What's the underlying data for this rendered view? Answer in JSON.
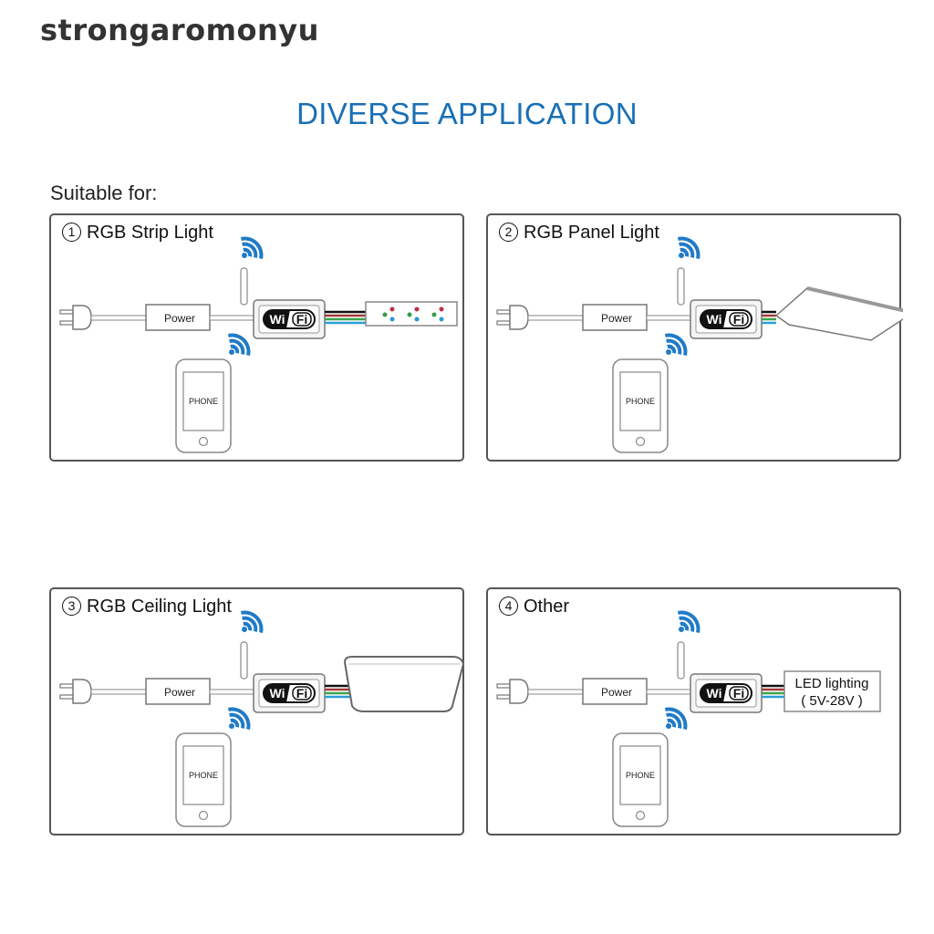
{
  "watermark": "strongaromonyu",
  "title": "DIVERSE APPLICATION",
  "suitable_label": "Suitable for:",
  "colors": {
    "title_blue": "#1a6fb5",
    "wifi_wave_blue": "#1f7bc8",
    "wire_black": "#111111",
    "wire_red": "#a33a3a",
    "wire_green": "#3aa34a",
    "wire_blue": "#2aa0d8"
  },
  "panels": [
    {
      "number": "1",
      "title": "RGB Strip Light",
      "power_label": "Power",
      "controller_label_left": "Wi",
      "controller_label_right": "Fi",
      "phone_label": "PHONE",
      "device": "strip-light"
    },
    {
      "number": "2",
      "title": "RGB Panel Light",
      "power_label": "Power",
      "controller_label_left": "Wi",
      "controller_label_right": "Fi",
      "phone_label": "PHONE",
      "device": "panel-light"
    },
    {
      "number": "3",
      "title": "RGB Ceiling Light",
      "power_label": "Power",
      "controller_label_left": "Wi",
      "controller_label_right": "Fi",
      "phone_label": "PHONE",
      "device": "ceiling-light"
    },
    {
      "number": "4",
      "title": "Other",
      "power_label": "Power",
      "controller_label_left": "Wi",
      "controller_label_right": "Fi",
      "phone_label": "PHONE",
      "device": "led-lighting",
      "device_label_line1": "LED lighting",
      "device_label_line2": "( 5V-28V )"
    }
  ]
}
